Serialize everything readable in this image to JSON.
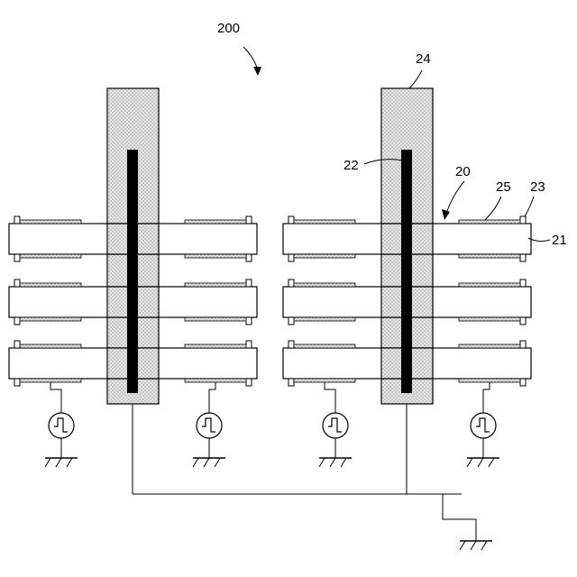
{
  "figure": {
    "label_200": "200",
    "label_20": "20",
    "label_21": "21",
    "label_22": "22",
    "label_23": "23",
    "label_24": "24",
    "label_25": "25"
  },
  "colors": {
    "line": "#000000",
    "dielectric_fill": "#d9d9d9",
    "electrode_fill": "#000000",
    "plate_fill": "#ffffff"
  },
  "icons": {
    "ac_source": "ac-power-source-icon",
    "ground": "ground-icon"
  }
}
